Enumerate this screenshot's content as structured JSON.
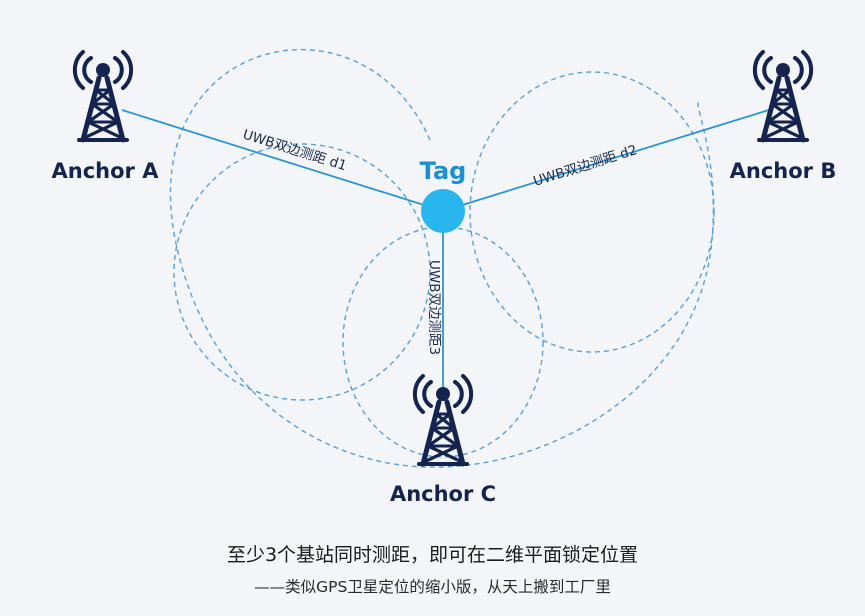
{
  "colors": {
    "navy": "#14244e",
    "tag": "#29b6ef",
    "tag_text": "#1d8fd0",
    "line": "#2b95d4",
    "dashed": "#5a9fd8"
  },
  "diagram": {
    "tag_label": "Tag",
    "anchors": [
      {
        "id": "a",
        "label": "Anchor A",
        "icon": "cell-tower-icon"
      },
      {
        "id": "b",
        "label": "Anchor B",
        "icon": "cell-tower-icon"
      },
      {
        "id": "c",
        "label": "Anchor C",
        "icon": "cell-tower-icon"
      }
    ],
    "ranges": {
      "d1": "UWB双边测距 d1",
      "d2": "UWB双边测距 d2",
      "d3": "UWB双边测距3"
    }
  },
  "caption": {
    "main": "至少3个基站同时测距，即可在二维平面锁定位置",
    "sub": "——类似GPS卫星定位的缩小版，从天上搬到工厂里"
  }
}
